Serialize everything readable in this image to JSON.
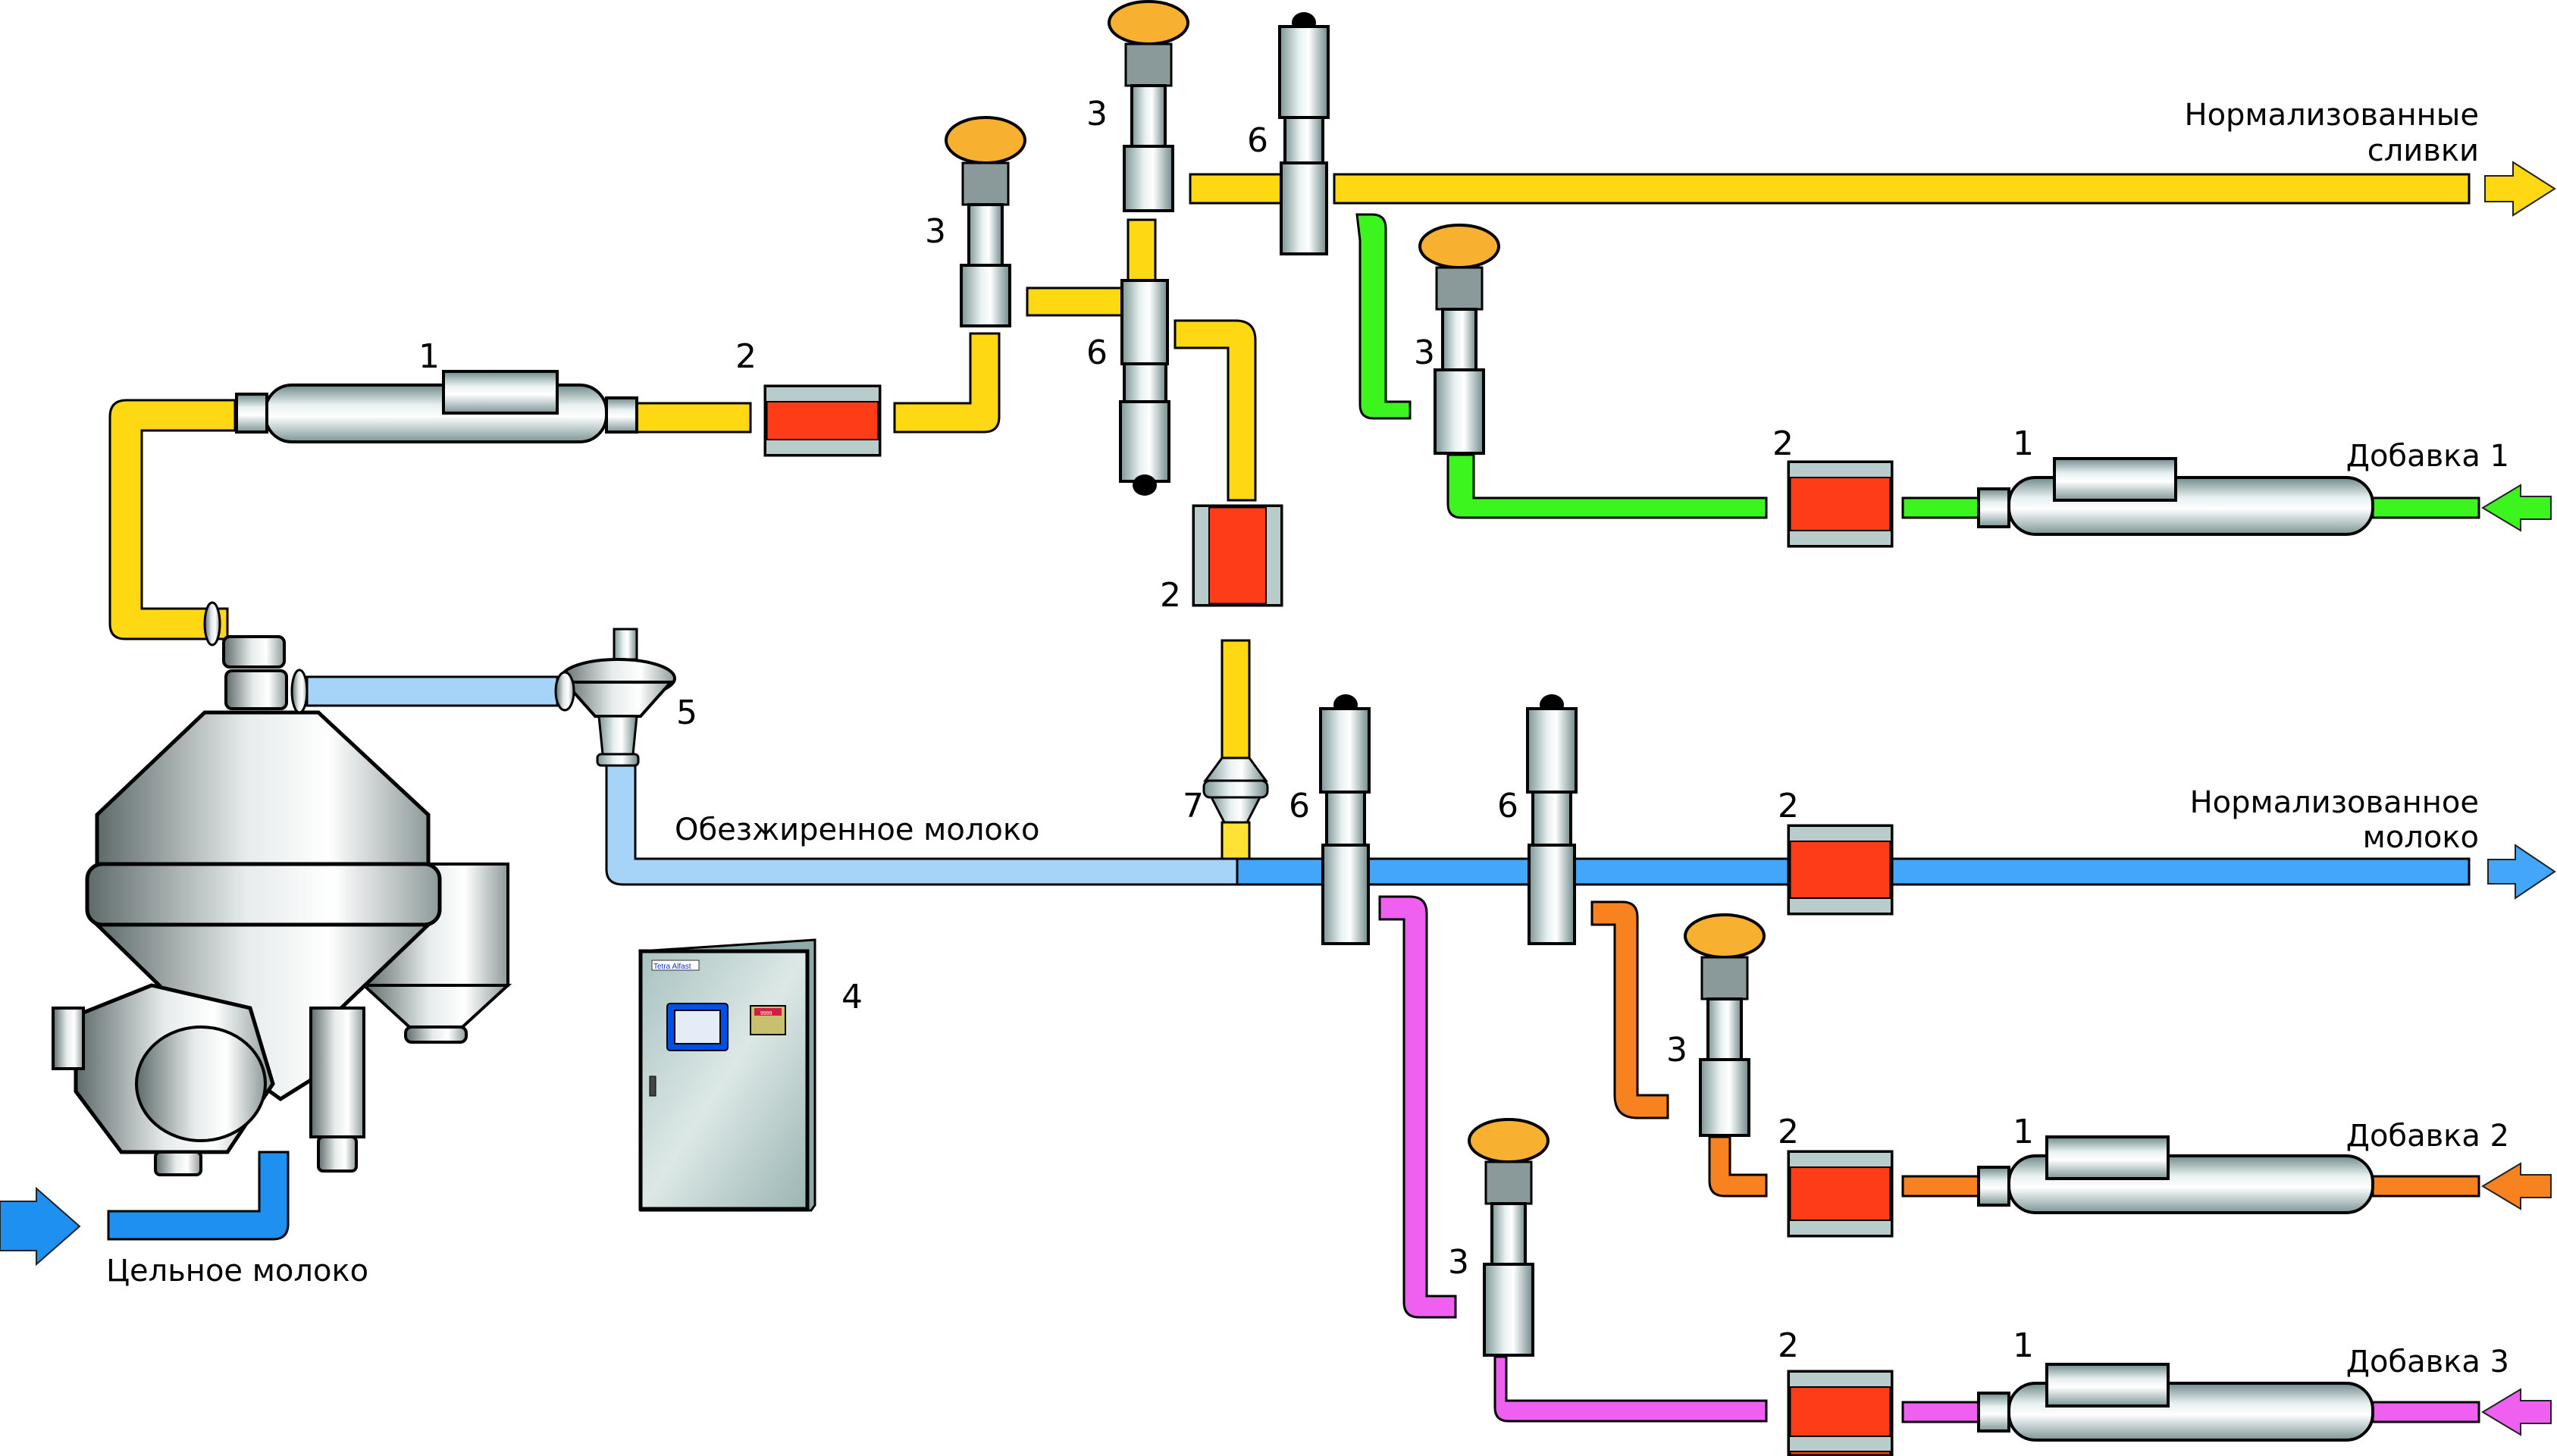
{
  "title": "Схема нормализации молока с дозированием добавок",
  "colors": {
    "cream": "#FFD814",
    "skim": "#A6D3F8",
    "normalized_milk": "#44A6F8",
    "whole_milk": "#1E90F0",
    "additive_1": "#3CF41E",
    "additive_2": "#F88220",
    "additive_3": "#F060F0",
    "flowmeter_red": "#FF3C18",
    "actuator_yellow": "#F8B030",
    "panel_screen": "#0050E8"
  },
  "flows": {
    "whole_milk": "Цельное молоко",
    "skim_milk": "Обезжиренное молоко",
    "normalized_cream_line1": "Нормализованные",
    "normalized_cream_line2": "сливки",
    "normalized_milk_line1": "Нормализованное",
    "normalized_milk_line2": "молоко",
    "additive_1": "Добавка 1",
    "additive_2": "Добавка 2",
    "additive_3": "Добавка 3"
  },
  "components": [
    {
      "id": "1",
      "kind": "flowmeter-cylinder"
    },
    {
      "id": "2",
      "kind": "flow-transmitter"
    },
    {
      "id": "3",
      "kind": "control-valve"
    },
    {
      "id": "4",
      "kind": "control-panel"
    },
    {
      "id": "5",
      "kind": "pressure-regulator"
    },
    {
      "id": "6",
      "kind": "shut-off-valve"
    },
    {
      "id": "7",
      "kind": "check-valve"
    }
  ],
  "callouts": {
    "c1_cream": "1",
    "c2_cream": "2",
    "c3_cream_left": "3",
    "c3_cream_top": "3",
    "c6_cream_top": "6",
    "c6_cream_mid": "6",
    "c2_cream_vertical": "2",
    "c7": "7",
    "c5": "5",
    "c4": "4",
    "c3_add1": "3",
    "c2_add1": "2",
    "c1_add1": "1",
    "c6_milk_left": "6",
    "c6_milk_right": "6",
    "c2_milk": "2",
    "c3_add2": "3",
    "c2_add2": "2",
    "c1_add2": "1",
    "c3_add3": "3",
    "c2_add3": "2",
    "c1_add3": "1"
  },
  "panel": {
    "brand": "Tetra Alfast",
    "display_value": "9999"
  }
}
